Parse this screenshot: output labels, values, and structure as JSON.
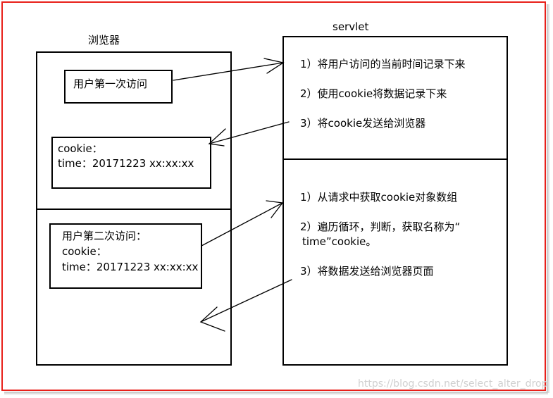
{
  "browser": {
    "title": "浏览器",
    "first_visit": "用户第一次访问",
    "cookie_box": [
      "cookie：",
      "time：20171223 xx:xx:xx"
    ],
    "second_visit_box": [
      "用户第二次访问：",
      "cookie：",
      "time：20171223 xx:xx:xx"
    ]
  },
  "servlet": {
    "title": "servlet",
    "first_steps": [
      "1）将用户访问的当前时间记录下来",
      "2）使用cookie将数据记录下来",
      "3）将cookie发送给浏览器"
    ],
    "second_steps": [
      "1）从请求中获取cookie对象数组",
      "2）遍历循环，判断，获取名称为“",
      "time”cookie。",
      "3）将数据发送给浏览器页面"
    ]
  },
  "watermark": "https://blog.csdn.net/select_alter_drop",
  "colors": {
    "frame": "#e8201a",
    "line": "#000000"
  }
}
